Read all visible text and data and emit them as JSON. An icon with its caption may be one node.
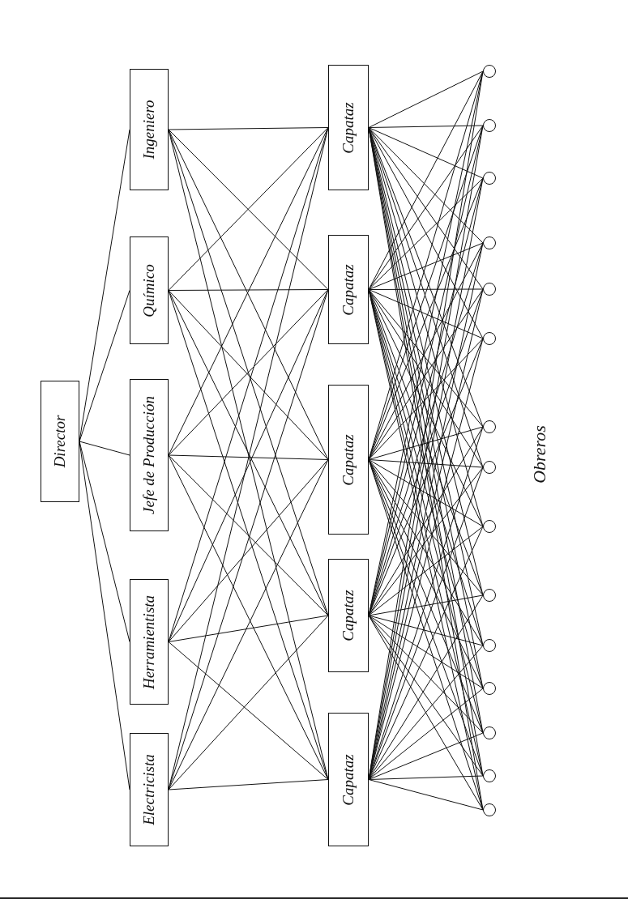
{
  "diagram": {
    "nodes": [
      {
        "text": [
          "Director"
        ]
      },
      {
        "text": [
          "Ingeniero"
        ]
      },
      {
        "text": [
          "Químico"
        ]
      },
      {
        "text": [
          "Jefe de Producción"
        ]
      },
      {
        "text": [
          "Herramientista"
        ]
      },
      {
        "text": [
          "Electricista"
        ]
      },
      {
        "text": [
          "Capataz"
        ]
      },
      {
        "text": [
          "Capataz"
        ]
      },
      {
        "text": [
          "Capataz"
        ]
      },
      {
        "text": [
          "Capataz"
        ]
      },
      {
        "text": [
          "Capataz"
        ]
      },
      {
        "text": [],
        "shape": "circle"
      },
      {
        "text": [],
        "shape": "circle"
      },
      {
        "text": [],
        "shape": "circle"
      },
      {
        "text": [],
        "shape": "circle"
      },
      {
        "text": [],
        "shape": "circle"
      },
      {
        "text": [],
        "shape": "circle"
      },
      {
        "text": [],
        "shape": "circle"
      },
      {
        "text": [],
        "shape": "circle"
      },
      {
        "text": [],
        "shape": "circle"
      },
      {
        "text": [],
        "shape": "circle"
      },
      {
        "text": [],
        "shape": "circle"
      },
      {
        "text": [],
        "shape": "circle"
      },
      {
        "text": [],
        "shape": "circle"
      },
      {
        "text": [],
        "shape": "circle"
      },
      {
        "text": [],
        "shape": "circle"
      }
    ],
    "edges": [
      {
        "from": 0,
        "to": 1,
        "arrow": "none"
      },
      {
        "from": 0,
        "to": 2,
        "arrow": "none"
      },
      {
        "from": 0,
        "to": 3,
        "arrow": "none"
      },
      {
        "from": 0,
        "to": 4,
        "arrow": "none"
      },
      {
        "from": 0,
        "to": 5,
        "arrow": "none"
      },
      {
        "from": 1,
        "to": 6,
        "arrow": "none"
      },
      {
        "from": 1,
        "to": 7,
        "arrow": "none"
      },
      {
        "from": 1,
        "to": 8,
        "arrow": "none"
      },
      {
        "from": 1,
        "to": 9,
        "arrow": "none"
      },
      {
        "from": 1,
        "to": 10,
        "arrow": "none"
      },
      {
        "from": 2,
        "to": 6,
        "arrow": "none"
      },
      {
        "from": 2,
        "to": 7,
        "arrow": "none"
      },
      {
        "from": 2,
        "to": 8,
        "arrow": "none"
      },
      {
        "from": 2,
        "to": 9,
        "arrow": "none"
      },
      {
        "from": 2,
        "to": 10,
        "arrow": "none"
      },
      {
        "from": 3,
        "to": 6,
        "arrow": "none"
      },
      {
        "from": 3,
        "to": 7,
        "arrow": "none"
      },
      {
        "from": 3,
        "to": 8,
        "arrow": "none"
      },
      {
        "from": 3,
        "to": 9,
        "arrow": "none"
      },
      {
        "from": 3,
        "to": 10,
        "arrow": "none"
      },
      {
        "from": 4,
        "to": 6,
        "arrow": "none"
      },
      {
        "from": 4,
        "to": 7,
        "arrow": "none"
      },
      {
        "from": 4,
        "to": 8,
        "arrow": "none"
      },
      {
        "from": 4,
        "to": 9,
        "arrow": "none"
      },
      {
        "from": 4,
        "to": 10,
        "arrow": "none"
      },
      {
        "from": 5,
        "to": 6,
        "arrow": "none"
      },
      {
        "from": 5,
        "to": 7,
        "arrow": "none"
      },
      {
        "from": 5,
        "to": 8,
        "arrow": "none"
      },
      {
        "from": 5,
        "to": 9,
        "arrow": "none"
      },
      {
        "from": 5,
        "to": 10,
        "arrow": "none"
      },
      {
        "from": 6,
        "to": 11,
        "arrow": "none"
      },
      {
        "from": 6,
        "to": 12,
        "arrow": "none"
      },
      {
        "from": 6,
        "to": 13,
        "arrow": "none"
      },
      {
        "from": 6,
        "to": 14,
        "arrow": "none"
      },
      {
        "from": 6,
        "to": 15,
        "arrow": "none"
      },
      {
        "from": 6,
        "to": 16,
        "arrow": "none"
      },
      {
        "from": 6,
        "to": 17,
        "arrow": "none"
      },
      {
        "from": 6,
        "to": 18,
        "arrow": "none"
      },
      {
        "from": 6,
        "to": 19,
        "arrow": "none"
      },
      {
        "from": 6,
        "to": 20,
        "arrow": "none"
      },
      {
        "from": 6,
        "to": 21,
        "arrow": "none"
      },
      {
        "from": 6,
        "to": 22,
        "arrow": "none"
      },
      {
        "from": 6,
        "to": 23,
        "arrow": "none"
      },
      {
        "from": 6,
        "to": 24,
        "arrow": "none"
      },
      {
        "from": 6,
        "to": 25,
        "arrow": "none"
      },
      {
        "from": 7,
        "to": 11,
        "arrow": "none"
      },
      {
        "from": 7,
        "to": 12,
        "arrow": "none"
      },
      {
        "from": 7,
        "to": 13,
        "arrow": "none"
      },
      {
        "from": 7,
        "to": 14,
        "arrow": "none"
      },
      {
        "from": 7,
        "to": 15,
        "arrow": "none"
      },
      {
        "from": 7,
        "to": 16,
        "arrow": "none"
      },
      {
        "from": 7,
        "to": 17,
        "arrow": "none"
      },
      {
        "from": 7,
        "to": 18,
        "arrow": "none"
      },
      {
        "from": 7,
        "to": 19,
        "arrow": "none"
      },
      {
        "from": 7,
        "to": 20,
        "arrow": "none"
      },
      {
        "from": 7,
        "to": 21,
        "arrow": "none"
      },
      {
        "from": 7,
        "to": 22,
        "arrow": "none"
      },
      {
        "from": 7,
        "to": 23,
        "arrow": "none"
      },
      {
        "from": 7,
        "to": 24,
        "arrow": "none"
      },
      {
        "from": 7,
        "to": 25,
        "arrow": "none"
      },
      {
        "from": 8,
        "to": 11,
        "arrow": "none"
      },
      {
        "from": 8,
        "to": 12,
        "arrow": "none"
      },
      {
        "from": 8,
        "to": 13,
        "arrow": "none"
      },
      {
        "from": 8,
        "to": 14,
        "arrow": "none"
      },
      {
        "from": 8,
        "to": 15,
        "arrow": "none"
      },
      {
        "from": 8,
        "to": 16,
        "arrow": "none"
      },
      {
        "from": 8,
        "to": 17,
        "arrow": "none"
      },
      {
        "from": 8,
        "to": 18,
        "arrow": "none"
      },
      {
        "from": 8,
        "to": 19,
        "arrow": "none"
      },
      {
        "from": 8,
        "to": 20,
        "arrow": "none"
      },
      {
        "from": 8,
        "to": 21,
        "arrow": "none"
      },
      {
        "from": 8,
        "to": 22,
        "arrow": "none"
      },
      {
        "from": 8,
        "to": 23,
        "arrow": "none"
      },
      {
        "from": 8,
        "to": 24,
        "arrow": "none"
      },
      {
        "from": 8,
        "to": 25,
        "arrow": "none"
      },
      {
        "from": 9,
        "to": 11,
        "arrow": "none"
      },
      {
        "from": 9,
        "to": 12,
        "arrow": "none"
      },
      {
        "from": 9,
        "to": 13,
        "arrow": "none"
      },
      {
        "from": 9,
        "to": 14,
        "arrow": "none"
      },
      {
        "from": 9,
        "to": 15,
        "arrow": "none"
      },
      {
        "from": 9,
        "to": 16,
        "arrow": "none"
      },
      {
        "from": 9,
        "to": 17,
        "arrow": "none"
      },
      {
        "from": 9,
        "to": 18,
        "arrow": "none"
      },
      {
        "from": 9,
        "to": 19,
        "arrow": "none"
      },
      {
        "from": 9,
        "to": 20,
        "arrow": "none"
      },
      {
        "from": 9,
        "to": 21,
        "arrow": "none"
      },
      {
        "from": 9,
        "to": 22,
        "arrow": "none"
      },
      {
        "from": 9,
        "to": 23,
        "arrow": "none"
      },
      {
        "from": 9,
        "to": 24,
        "arrow": "none"
      },
      {
        "from": 9,
        "to": 25,
        "arrow": "none"
      },
      {
        "from": 10,
        "to": 11,
        "arrow": "none"
      },
      {
        "from": 10,
        "to": 12,
        "arrow": "none"
      },
      {
        "from": 10,
        "to": 13,
        "arrow": "none"
      },
      {
        "from": 10,
        "to": 14,
        "arrow": "none"
      },
      {
        "from": 10,
        "to": 15,
        "arrow": "none"
      },
      {
        "from": 10,
        "to": 16,
        "arrow": "none"
      },
      {
        "from": 10,
        "to": 17,
        "arrow": "none"
      },
      {
        "from": 10,
        "to": 18,
        "arrow": "none"
      },
      {
        "from": 10,
        "to": 19,
        "arrow": "none"
      },
      {
        "from": 10,
        "to": 20,
        "arrow": "none"
      },
      {
        "from": 10,
        "to": 21,
        "arrow": "none"
      },
      {
        "from": 10,
        "to": 22,
        "arrow": "none"
      },
      {
        "from": 10,
        "to": 23,
        "arrow": "none"
      },
      {
        "from": 10,
        "to": 24,
        "arrow": "none"
      },
      {
        "from": 10,
        "to": 25,
        "arrow": "none"
      }
    ],
    "labels": [
      "Obreros"
    ]
  }
}
